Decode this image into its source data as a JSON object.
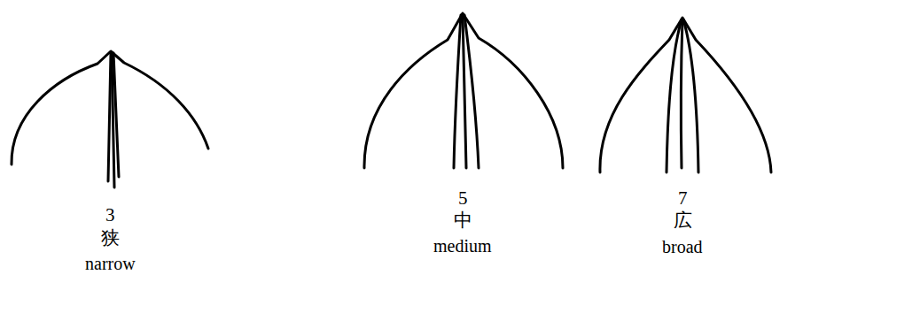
{
  "diagram": {
    "labels": [
      "3",
      "狭",
      "narrow",
      "5",
      "中",
      "medium",
      "7",
      "広",
      "broad"
    ]
  }
}
